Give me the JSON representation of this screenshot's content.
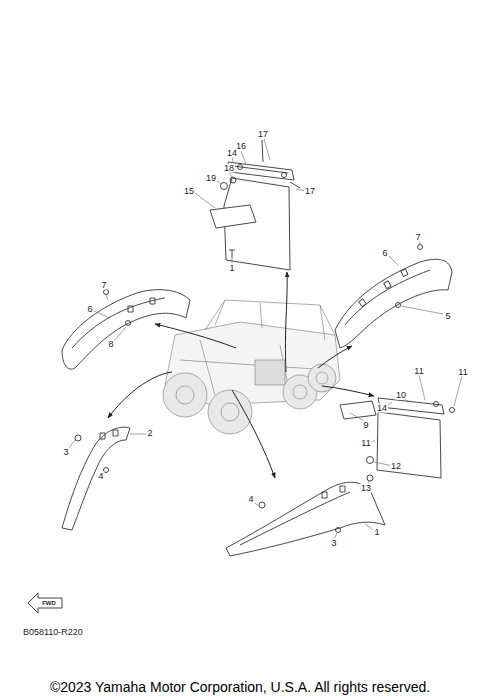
{
  "diagram": {
    "labels": [
      "17",
      "16",
      "14",
      "18",
      "19",
      "17",
      "15",
      "1",
      "7",
      "6",
      "5",
      "7",
      "6",
      "8",
      "14",
      "10",
      "11",
      "11",
      "9",
      "11",
      "12",
      "13",
      "3",
      "2",
      "4",
      "4",
      "1",
      "3",
      "FWD",
      "B058110-R220",
      "©2023 Yamaha Motor Corporation, U.S.A. All rights reserved."
    ]
  }
}
